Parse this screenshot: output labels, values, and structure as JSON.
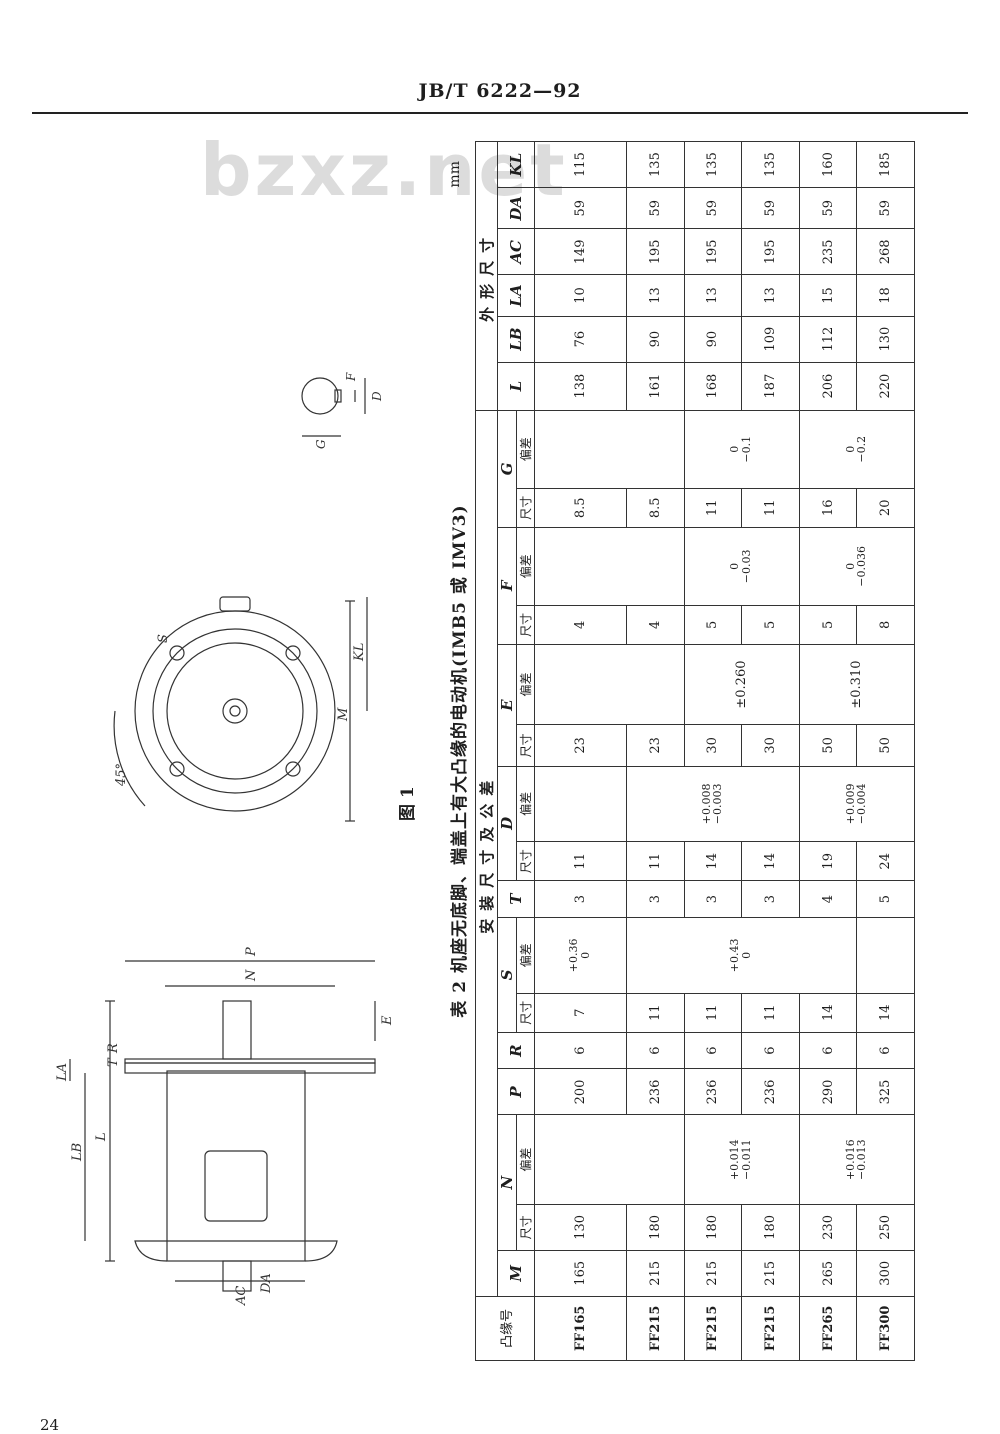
{
  "header": {
    "standard": "JB/T 6222—92"
  },
  "watermark": {
    "text": "bzxz.net"
  },
  "page": {
    "number": "24"
  },
  "figure": {
    "caption": "图 1",
    "dimension_labels": {
      "L": "L",
      "LB": "LB",
      "LA": "LA",
      "AC": "AC",
      "DA": "DA",
      "T": "T",
      "R": "R",
      "E": "E",
      "N": "N",
      "P": "P",
      "S": "S",
      "KL": "KL",
      "M": "M",
      "angle": "45°",
      "F": "F",
      "G": "G",
      "D": "D"
    }
  },
  "table": {
    "title": "表 2   机座无底脚、端盖上有大凸缘的电动机(IMB5 或 IMV3)",
    "unit": "mm",
    "group_install": "安装尺寸及公差",
    "group_outline": "外形尺寸",
    "col_code": "凸缘号",
    "sub_size": "尺寸",
    "sub_tol": "偏差",
    "sym": {
      "M": "M",
      "N": "N",
      "P": "P",
      "R": "R",
      "S": "S",
      "T": "T",
      "D": "D",
      "E": "E",
      "F": "F",
      "G": "G",
      "L": "L",
      "LB": "LB",
      "LA": "LA",
      "AC": "AC",
      "DA": "DA",
      "KL": "KL"
    },
    "tol": {
      "N_pos1": "+0.014",
      "N_neg1": "−0.011",
      "N_pos2": "+0.016",
      "N_neg2": "−0.013",
      "S_1_top": "+0.36",
      "S_1_bot": "0",
      "S_2_top": "+0.43",
      "S_2_bot": "0",
      "D_pos1": "+0.008",
      "D_neg1": "−0.003",
      "D_pos2": "+0.009",
      "D_neg2": "−0.004",
      "E_1": "±0.260",
      "E_2": "±0.310",
      "F_1_top": "0",
      "F_1_bot": "−0.03",
      "F_2_top": "0",
      "F_2_bot": "−0.036",
      "G_1_top": "0",
      "G_1_bot": "−0.1",
      "G_2_top": "0",
      "G_2_bot": "−0.2"
    },
    "rows": [
      {
        "code": "FF165",
        "M": "165",
        "N": "130",
        "P": "200",
        "R": "6",
        "S": "7",
        "T": "3",
        "D": "11",
        "E": "23",
        "F": "4",
        "G": "8.5",
        "L": "138",
        "LB": "76",
        "LA": "10",
        "AC": "149",
        "DA": "59",
        "KL": "115"
      },
      {
        "code": "FF215",
        "M": "215",
        "N": "180",
        "P": "236",
        "R": "6",
        "S": "11",
        "T": "3",
        "D": "11",
        "E": "23",
        "F": "4",
        "G": "8.5",
        "L": "161",
        "LB": "90",
        "LA": "13",
        "AC": "195",
        "DA": "59",
        "KL": "135"
      },
      {
        "code": "FF215",
        "M": "215",
        "N": "180",
        "P": "236",
        "R": "6",
        "S": "11",
        "T": "3",
        "D": "14",
        "E": "30",
        "F": "5",
        "G": "11",
        "L": "168",
        "LB": "90",
        "LA": "13",
        "AC": "195",
        "DA": "59",
        "KL": "135"
      },
      {
        "code": "FF215",
        "M": "215",
        "N": "180",
        "P": "236",
        "R": "6",
        "S": "11",
        "T": "3",
        "D": "14",
        "E": "30",
        "F": "5",
        "G": "11",
        "L": "187",
        "LB": "109",
        "LA": "13",
        "AC": "195",
        "DA": "59",
        "KL": "135"
      },
      {
        "code": "FF265",
        "M": "265",
        "N": "230",
        "P": "290",
        "R": "6",
        "S": "14",
        "T": "4",
        "D": "19",
        "E": "50",
        "F": "5",
        "G": "16",
        "L": "206",
        "LB": "112",
        "LA": "15",
        "AC": "235",
        "DA": "59",
        "KL": "160"
      },
      {
        "code": "FF300",
        "M": "300",
        "N": "250",
        "P": "325",
        "R": "6",
        "S": "14",
        "T": "5",
        "D": "24",
        "E": "50",
        "F": "8",
        "G": "20",
        "L": "220",
        "LB": "130",
        "LA": "18",
        "AC": "268",
        "DA": "59",
        "KL": "185"
      }
    ]
  }
}
